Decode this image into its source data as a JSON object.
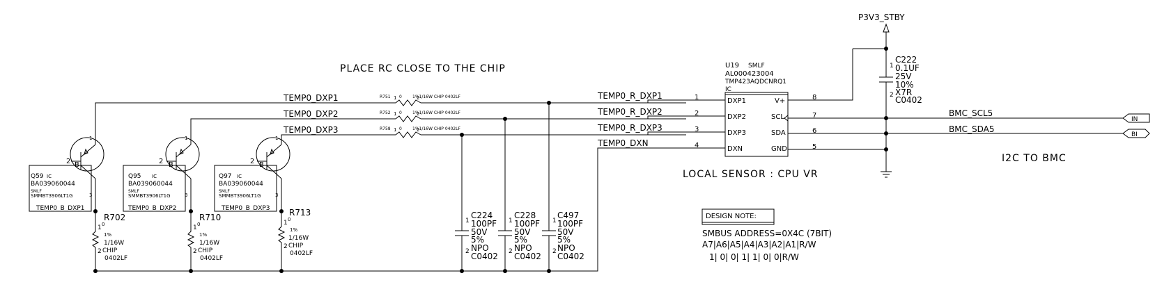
{
  "power": {
    "net": "P3V3_STBY"
  },
  "notes": {
    "place": "PLACE  RC  CLOSE  TO  THE  CHIP",
    "local": "LOCAL  SENSOR :  CPU  VR",
    "i2c": "I2C  TO  BMC",
    "design_title": "DESIGN NOTE:",
    "smbus": "SMBUS ADDRESS=0X4C (7BIT)",
    "addr_header": "A7|A6|A5|A4|A3|A2|A1|R/W",
    "addr_bits": "1|  0|  0|  1|  1|  0|  0|R/W"
  },
  "nets": {
    "dxp1": "TEMP0_DXP1",
    "dxp2": "TEMP0_DXP2",
    "dxp3": "TEMP0_DXP3",
    "rdxp1": "TEMP0_R_DXP1",
    "rdxp2": "TEMP0_R_DXP2",
    "rdxp3": "TEMP0_R_DXP3",
    "dxn": "TEMP0_DXN",
    "scl": "BMC_SCL5",
    "sda": "BMC_SDA5",
    "bdxp1": "TEMP0_B_DXP1",
    "bdxp2": "TEMP0_B_DXP2",
    "bdxp3": "TEMP0_B_DXP3"
  },
  "ports": {
    "scl": "IN",
    "sda": "BI"
  },
  "u19": {
    "ref": "U19",
    "tag": "SMLF",
    "pn": "AL000423004",
    "part": "TMP423AQDCNRQ1",
    "type": "IC",
    "pins_left": [
      {
        "num": "1",
        "name": "DXP1"
      },
      {
        "num": "2",
        "name": "DXP2"
      },
      {
        "num": "3",
        "name": "DXP3"
      },
      {
        "num": "4",
        "name": "DXN"
      }
    ],
    "pins_right": [
      {
        "num": "8",
        "name": "V+"
      },
      {
        "num": "7",
        "name": "SCL"
      },
      {
        "num": "6",
        "name": "SDA"
      },
      {
        "num": "5",
        "name": "GND"
      }
    ]
  },
  "series_resistors": [
    {
      "ref": "R751",
      "p1": "1",
      "v": "0",
      "spec": "1%1/16W  CHIP  0402LF",
      "p2": "2"
    },
    {
      "ref": "R752",
      "p1": "1",
      "v": "0",
      "spec": "1%1/16W  CHIP  0402LF",
      "p2": "2"
    },
    {
      "ref": "R758",
      "p1": "1",
      "v": "0",
      "spec": "1%1/16W  CHIP  0402LF",
      "p2": "2"
    }
  ],
  "transistors": [
    {
      "ref": "Q59",
      "type": "IC",
      "pn": "BA039060044",
      "tag": "SMLF",
      "part": "SMMBT3906LT1G",
      "pin_b": "2",
      "pin_e": "1",
      "pin_c": "3",
      "b": "B"
    },
    {
      "ref": "Q95",
      "type": "IC",
      "pn": "BA039060044",
      "tag": "SMLF",
      "part": "SMMBT3906LT1G",
      "pin_b": "2",
      "pin_e": "1",
      "pin_c": "3",
      "b": "B"
    },
    {
      "ref": "Q97",
      "type": "IC",
      "pn": "BA039060044",
      "tag": "SMLF",
      "part": "SMMBT3906LT1G",
      "pin_b": "2",
      "pin_e": "1",
      "pin_c": "3",
      "b": "B"
    }
  ],
  "bottom_resistors": [
    {
      "ref": "R702",
      "p1": "1",
      "v": "0",
      "tol": "1%",
      "pw": "1/16W",
      "p2": "2",
      "chip": "CHIP",
      "pkg": "0402LF"
    },
    {
      "ref": "R710",
      "p1": "1",
      "v": "0",
      "tol": "1%",
      "pw": "1/16W",
      "p2": "2",
      "chip": "CHIP",
      "pkg": "0402LF"
    },
    {
      "ref": "R713",
      "p1": "1",
      "v": "0",
      "tol": "1%",
      "pw": "1/16W",
      "p2": "2",
      "chip": "CHIP",
      "pkg": "0402LF"
    }
  ],
  "filter_caps": [
    {
      "ref": "C224",
      "p1": "1",
      "val": "100PF",
      "volt": "50V",
      "tol": "5%",
      "p2": "2",
      "diel": "NPO",
      "pkg": "C0402"
    },
    {
      "ref": "C228",
      "p1": "1",
      "val": "100PF",
      "volt": "50V",
      "tol": "5%",
      "p2": "2",
      "diel": "NPO",
      "pkg": "C0402"
    },
    {
      "ref": "C497",
      "p1": "1",
      "val": "100PF",
      "volt": "50V",
      "tol": "5%",
      "p2": "2",
      "diel": "NPO",
      "pkg": "C0402"
    }
  ],
  "c222": {
    "ref": "C222",
    "p1": "1",
    "val": "0.1UF",
    "volt": "25V",
    "tol": "10%",
    "p2": "2",
    "diel": "X7R",
    "pkg": "C0402"
  }
}
